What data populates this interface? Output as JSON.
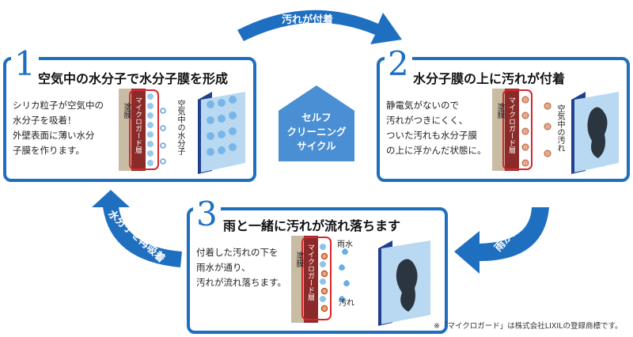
{
  "center": {
    "line1": "セルフ",
    "line2": "クリーニング",
    "line3": "サイクル"
  },
  "flows": {
    "top": "汚れが付着",
    "right": "雨が降る",
    "left": "水分子を再吸着"
  },
  "panels": [
    {
      "number": "1",
      "title": "空気中の水分子で水分子膜を形成",
      "desc": [
        "シリカ粒子が空気中の",
        "水分子を吸着！",
        "外壁表面に薄い水分",
        "子膜を作ります。"
      ],
      "layer_paint": "塗膜",
      "layer_guard": "マイクロガード層",
      "side_label": "空気中の水分子"
    },
    {
      "number": "2",
      "title": "水分子膜の上に汚れが付着",
      "desc": [
        "静電気がないので",
        "汚れがつきにくく、",
        "ついた汚れも水分子膜",
        "の上に浮かんだ状態に。"
      ],
      "layer_paint": "塗膜",
      "layer_guard": "マイクロガード層",
      "side_label": "空気中の汚れ"
    },
    {
      "number": "3",
      "title": "雨と一緒に汚れが流れ落ちます",
      "desc": [
        "付着した汚れの下を",
        "雨水が通り、",
        "汚れが流れ落ちます。"
      ],
      "layer_paint": "塗膜",
      "layer_guard": "マイクロガード層",
      "rain_label": "雨水",
      "dirt_label": "汚れ"
    }
  ],
  "footnote": "※「マイクロガード」は株式会社LIXILの登録商標です。",
  "colors": {
    "accent": "#1f6fc0",
    "accent_dark": "#15579e",
    "center_bg": "#4a8fd3",
    "layer_red": "#d8262c",
    "paint": "#c9bca5"
  }
}
